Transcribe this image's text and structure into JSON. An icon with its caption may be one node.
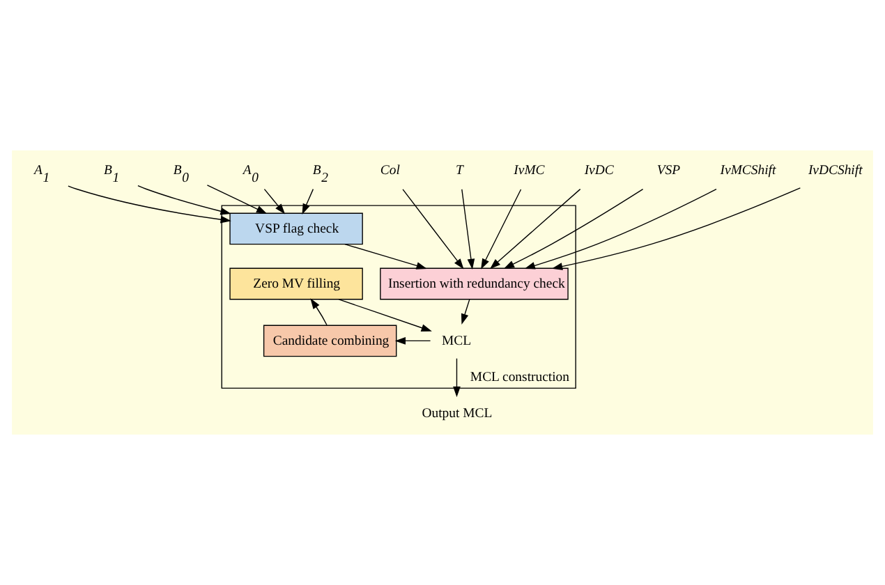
{
  "diagram": {
    "nodes": [
      {
        "text": [
          "A$_{1}$"
        ]
      },
      {
        "text": [
          "B$_{1}$"
        ]
      },
      {
        "text": [
          "B$_{0}$"
        ]
      },
      {
        "text": [
          "A$_{0}$"
        ]
      },
      {
        "text": [
          "B$_{2}$"
        ]
      },
      {
        "text": [
          "Col"
        ]
      },
      {
        "text": [
          "T"
        ]
      },
      {
        "text": [
          "IvMC"
        ]
      },
      {
        "text": [
          "IvDC"
        ]
      },
      {
        "text": [
          "VSP"
        ]
      },
      {
        "text": [
          "IvMCShift"
        ]
      },
      {
        "text": [
          "IvDCShift"
        ]
      },
      {
        "text": [
          "MCL construction"
        ]
      },
      {
        "text": [
          "VSP flag check"
        ],
        "in": 12
      },
      {
        "text": [
          "Insertion with redundancy check"
        ],
        "in": 12
      },
      {
        "text": [
          "Zero MV filling"
        ],
        "in": 12
      },
      {
        "text": [
          "Candidate combining"
        ],
        "in": 12
      },
      {
        "text": [
          "MCL"
        ],
        "in": 12
      },
      {
        "text": [
          "Output MCL"
        ]
      }
    ],
    "edges": [
      {
        "from": 0,
        "to": 13,
        "arrow": "to"
      },
      {
        "from": 1,
        "to": 13,
        "arrow": "to"
      },
      {
        "from": 2,
        "to": 13,
        "arrow": "to"
      },
      {
        "from": 3,
        "to": 13,
        "arrow": "to"
      },
      {
        "from": 4,
        "to": 13,
        "arrow": "to"
      },
      {
        "from": 13,
        "to": 14,
        "arrow": "to"
      },
      {
        "from": 5,
        "to": 14,
        "arrow": "to"
      },
      {
        "from": 6,
        "to": 14,
        "arrow": "to"
      },
      {
        "from": 7,
        "to": 14,
        "arrow": "to"
      },
      {
        "from": 8,
        "to": 14,
        "arrow": "to"
      },
      {
        "from": 9,
        "to": 14,
        "arrow": "to"
      },
      {
        "from": 10,
        "to": 14,
        "arrow": "to"
      },
      {
        "from": 11,
        "to": 14,
        "arrow": "to"
      },
      {
        "from": 14,
        "to": 17,
        "arrow": "to"
      },
      {
        "from": 15,
        "to": 17,
        "arrow": "to"
      },
      {
        "from": 17,
        "to": 16,
        "arrow": "to"
      },
      {
        "from": 16,
        "to": 15,
        "arrow": "to"
      },
      {
        "from": 17,
        "to": 18,
        "arrow": "to"
      }
    ]
  }
}
